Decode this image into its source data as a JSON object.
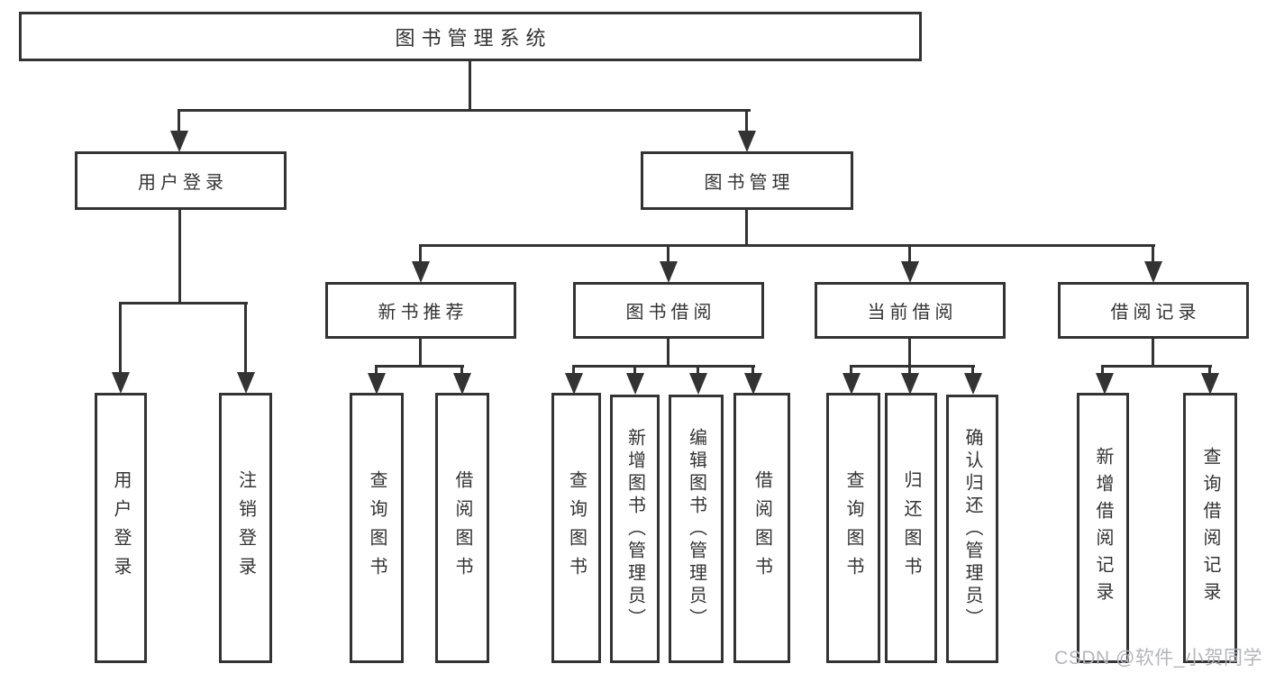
{
  "diagram": {
    "root": {
      "label": "图书管理系统"
    },
    "branches": [
      {
        "label": "用户登录",
        "children": [
          {
            "label": "用户登录"
          },
          {
            "label": "注销登录"
          }
        ]
      },
      {
        "label": "图书管理",
        "children": [
          {
            "label": "新书推荐",
            "children": [
              {
                "label": "查询图书"
              },
              {
                "label": "借阅图书"
              }
            ]
          },
          {
            "label": "图书借阅",
            "children": [
              {
                "label": "查询图书"
              },
              {
                "label": "新增图书（管理员）"
              },
              {
                "label": "编辑图书（管理员）"
              },
              {
                "label": "借阅图书"
              }
            ]
          },
          {
            "label": "当前借阅",
            "children": [
              {
                "label": "查询图书"
              },
              {
                "label": "归还图书"
              },
              {
                "label": "确认归还（管理员）"
              }
            ]
          },
          {
            "label": "借阅记录",
            "children": [
              {
                "label": "新增借阅记录"
              },
              {
                "label": "查询借阅记录"
              }
            ]
          }
        ]
      }
    ]
  },
  "watermark": {
    "text": "CSDN @软件_小贺同学"
  },
  "colors": {
    "line": "#333333",
    "text": "#333333",
    "box_bg": "#ffffff",
    "background": "#ffffff",
    "watermark": "#b4b5b9"
  }
}
